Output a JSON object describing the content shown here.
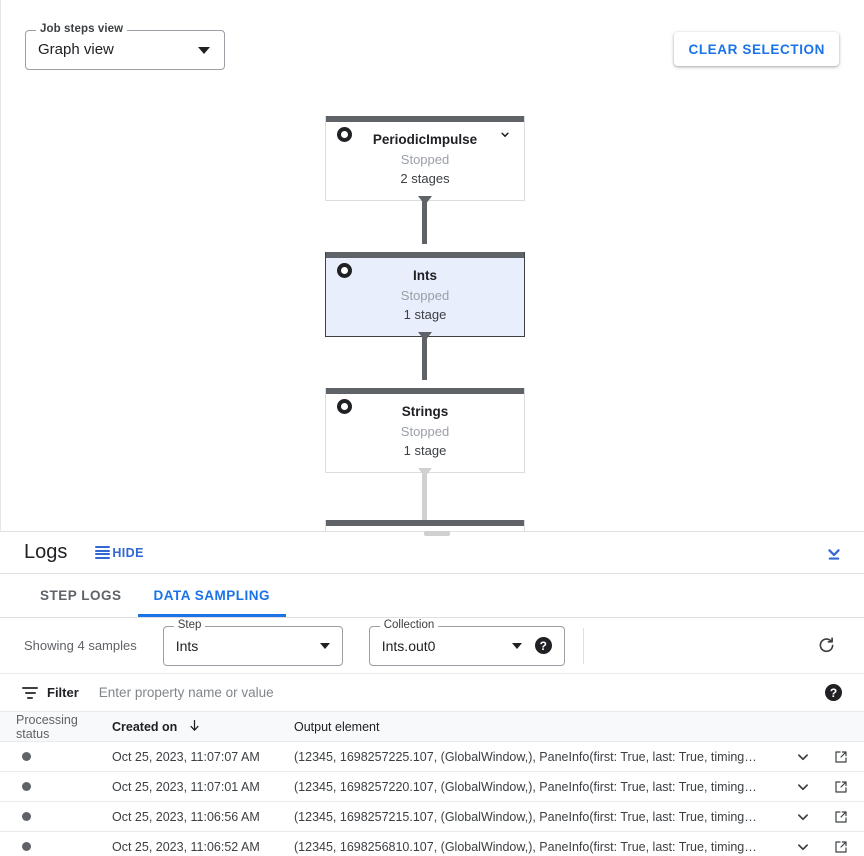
{
  "graph": {
    "view_select": {
      "label": "Job steps view",
      "value": "Graph view",
      "arrow_icon": "triangle-down-icon"
    },
    "clear_selection_label": "CLEAR SELECTION",
    "nodes": [
      {
        "title": "PeriodicImpulse",
        "status": "Stopped",
        "stages": "2 stages",
        "selected": false,
        "has_chevron": true,
        "icon": "stop-circle-icon"
      },
      {
        "title": "Ints",
        "status": "Stopped",
        "stages": "1 stage",
        "selected": true,
        "has_chevron": false,
        "icon": "stop-circle-icon"
      },
      {
        "title": "Strings",
        "status": "Stopped",
        "stages": "1 stage",
        "selected": false,
        "has_chevron": false,
        "icon": "stop-circle-icon"
      }
    ]
  },
  "logs": {
    "title": "Logs",
    "hide_label": "HIDE",
    "hide_icon": "reorder-icon",
    "collapse_icon": "collapse-down-icon",
    "tabs": [
      {
        "label": "STEP LOGS",
        "active": false
      },
      {
        "label": "DATA SAMPLING",
        "active": true
      }
    ],
    "sampling": {
      "showing_text": "Showing 4 samples",
      "step_select": {
        "label": "Step",
        "value": "Ints"
      },
      "collection_select": {
        "label": "Collection",
        "value": "Ints.out0"
      },
      "help_icon": "help-circle-icon",
      "refresh_icon": "refresh-icon"
    },
    "filter": {
      "icon": "filter-icon",
      "label": "Filter",
      "placeholder": "Enter property name or value",
      "value": "",
      "help_icon": "help-circle-icon"
    },
    "table": {
      "columns": [
        "Processing status",
        "Created on",
        "Output element"
      ],
      "sort_column": "Created on",
      "sort_direction": "desc",
      "sort_icon": "arrow-down-icon",
      "row_expand_icon": "chevron-down-icon",
      "row_open_icon": "open-in-new-icon",
      "rows": [
        {
          "status": "dot",
          "created_on": "Oct 25, 2023, 11:07:07 AM",
          "output_element": "(12345, 1698257225.107, (GlobalWindow,), PaneInfo(first: True, last: True, timing…"
        },
        {
          "status": "dot",
          "created_on": "Oct 25, 2023, 11:07:01 AM",
          "output_element": "(12345, 1698257220.107, (GlobalWindow,), PaneInfo(first: True, last: True, timing…"
        },
        {
          "status": "dot",
          "created_on": "Oct 25, 2023, 11:06:56 AM",
          "output_element": "(12345, 1698257215.107, (GlobalWindow,), PaneInfo(first: True, last: True, timing…"
        },
        {
          "status": "dot",
          "created_on": "Oct 25, 2023, 11:06:52 AM",
          "output_element": "(12345, 1698256810.107, (GlobalWindow,), PaneInfo(first: True, last: True, timing…"
        }
      ]
    }
  },
  "colors": {
    "accent": "#1a73e8",
    "link": "#3367d6",
    "node_bar": "#5f6368",
    "node_selected_bg": "#e8eefc",
    "muted": "#5f6368"
  }
}
